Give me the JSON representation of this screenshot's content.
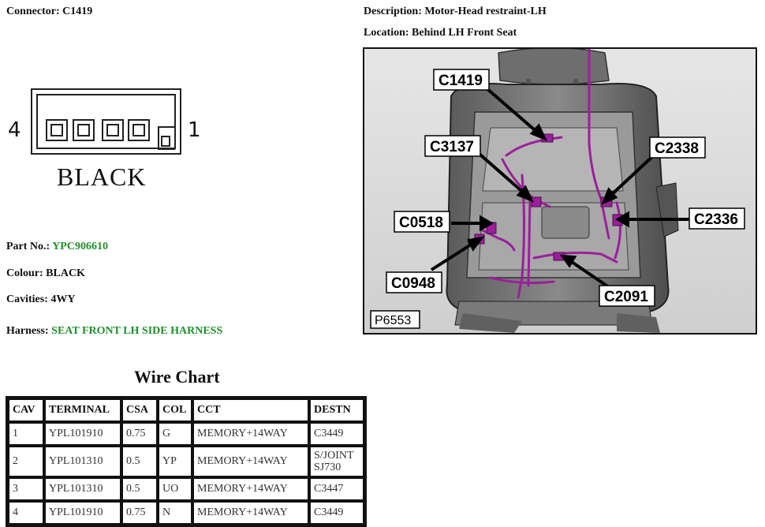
{
  "header": {
    "connector_label": "Connector: C1419",
    "description_label": "Description: Motor-Head restraint-LH",
    "location_label": "Location: Behind LH Front Seat"
  },
  "connector_diagram": {
    "left_pin": "4",
    "right_pin": "1",
    "colour_text": "BLACK"
  },
  "details": {
    "part_no_label": "Part No.:",
    "part_no_value": "YPC906610",
    "colour_label": "Colour: BLACK",
    "cavities_label": "Cavities: 4WY",
    "harness_label": "Harness:",
    "harness_value": "SEAT FRONT LH SIDE HARNESS"
  },
  "wire_chart": {
    "title": "Wire Chart",
    "headers": [
      "CAV",
      "TERMINAL",
      "CSA",
      "COL",
      "CCT",
      "DESTN"
    ],
    "rows": [
      [
        "1",
        "YPL101910",
        "0.75",
        "G",
        "MEMORY+14WAY",
        "C3449"
      ],
      [
        "2",
        "YPL101310",
        "0.5",
        "YP",
        "MEMORY+14WAY",
        "S/JOINT SJ730"
      ],
      [
        "3",
        "YPL101310",
        "0.5",
        "UO",
        "MEMORY+14WAY",
        "C3447"
      ],
      [
        "4",
        "YPL101910",
        "0.75",
        "N",
        "MEMORY+14WAY",
        "C3449"
      ]
    ]
  },
  "photo": {
    "image_id_label": "P6553",
    "callouts": [
      "C1419",
      "C3137",
      "C2338",
      "C0518",
      "C2336",
      "C0948",
      "C2091"
    ],
    "harness_color": "#9b1f9b"
  }
}
